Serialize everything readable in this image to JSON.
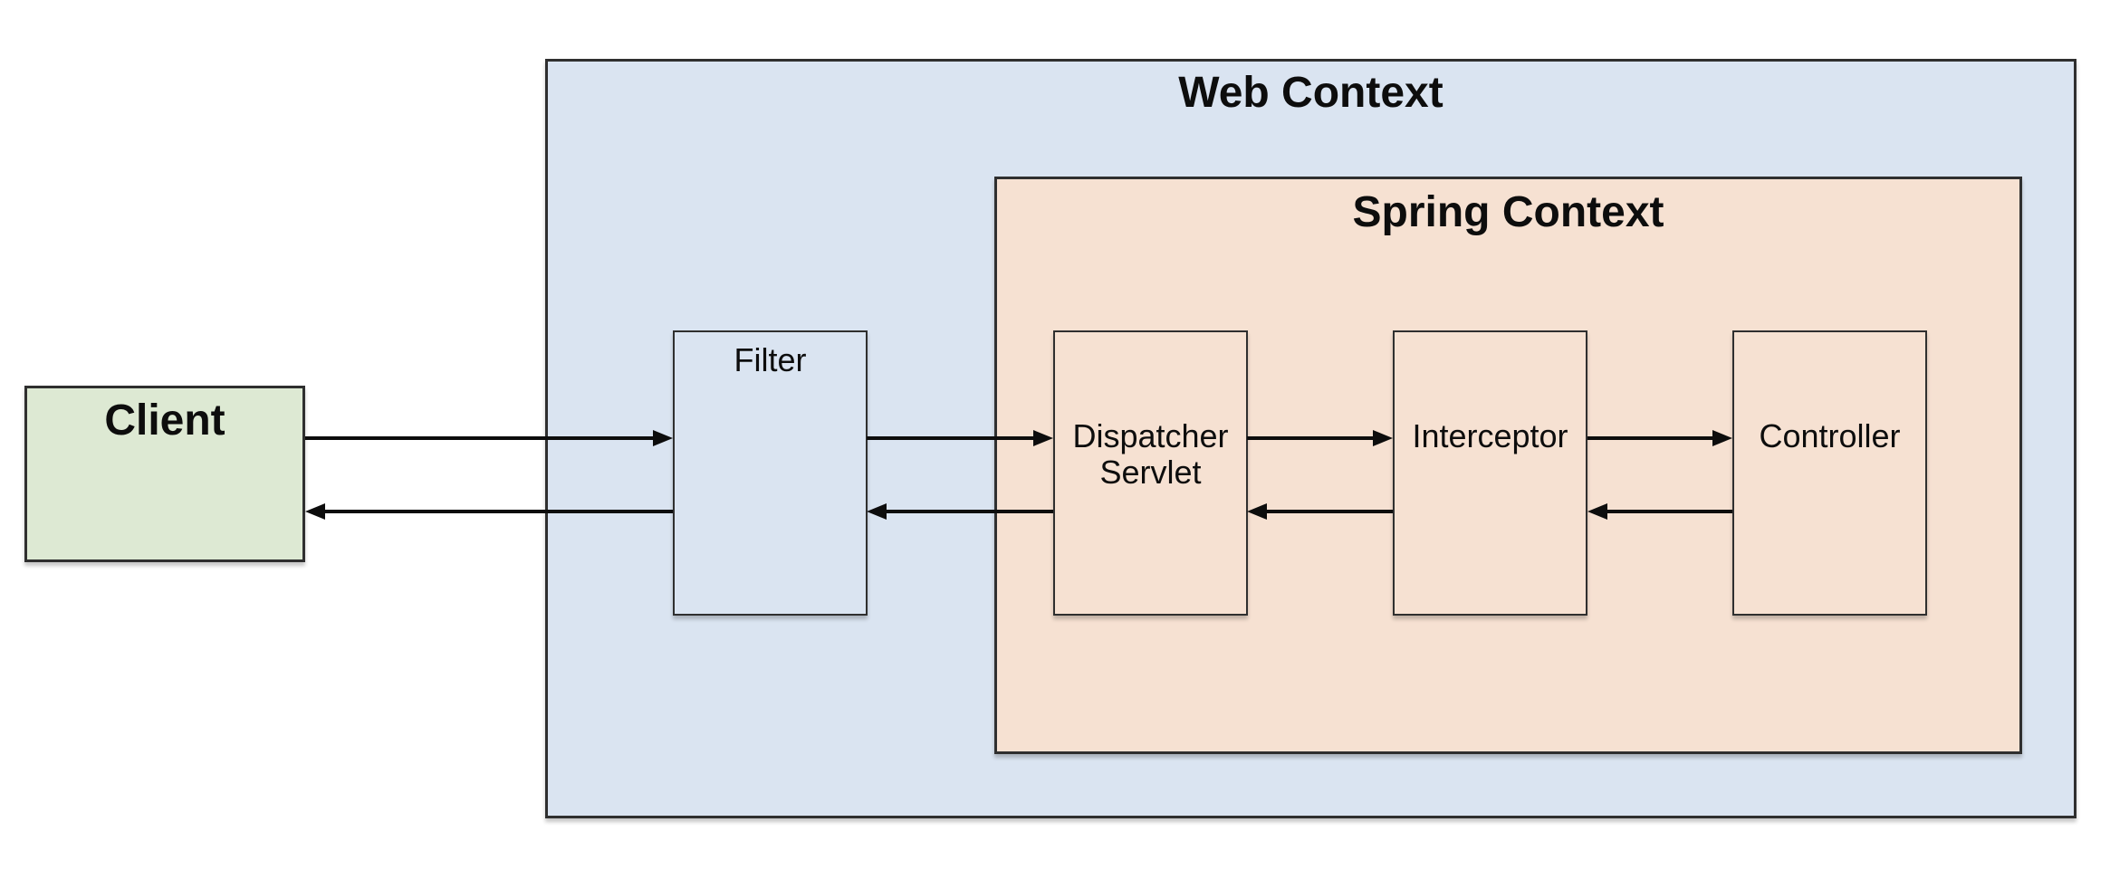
{
  "diagram": {
    "type": "architecture-flow",
    "nodes": {
      "client": {
        "label": "Client"
      },
      "web_context": {
        "label": "Web Context"
      },
      "spring_context": {
        "label": "Spring Context"
      },
      "filter": {
        "label": "Filter"
      },
      "dispatcher_servlet": {
        "label": "Dispatcher\nServlet"
      },
      "interceptor": {
        "label": "Interceptor"
      },
      "controller": {
        "label": "Controller"
      }
    },
    "containment": {
      "web_context_contains": [
        "Filter",
        "Spring Context"
      ],
      "spring_context_contains": [
        "Dispatcher Servlet",
        "Interceptor",
        "Controller"
      ]
    },
    "edges": [
      {
        "from": "Client",
        "to": "Filter",
        "direction": "request"
      },
      {
        "from": "Filter",
        "to": "Dispatcher Servlet",
        "direction": "request"
      },
      {
        "from": "Dispatcher Servlet",
        "to": "Interceptor",
        "direction": "request"
      },
      {
        "from": "Interceptor",
        "to": "Controller",
        "direction": "request"
      },
      {
        "from": "Controller",
        "to": "Interceptor",
        "direction": "response"
      },
      {
        "from": "Interceptor",
        "to": "Dispatcher Servlet",
        "direction": "response"
      },
      {
        "from": "Dispatcher Servlet",
        "to": "Filter",
        "direction": "response"
      },
      {
        "from": "Filter",
        "to": "Client",
        "direction": "response"
      }
    ]
  },
  "colors": {
    "canvas": "#ffffff",
    "client-fill": "#dde9d3",
    "web-context-fill": "#dae4f1",
    "spring-context-fill": "#f6e1d2",
    "box-border": "#2f2f2f",
    "text": "#0d0d0d",
    "arrow": "#0d0d0d"
  }
}
